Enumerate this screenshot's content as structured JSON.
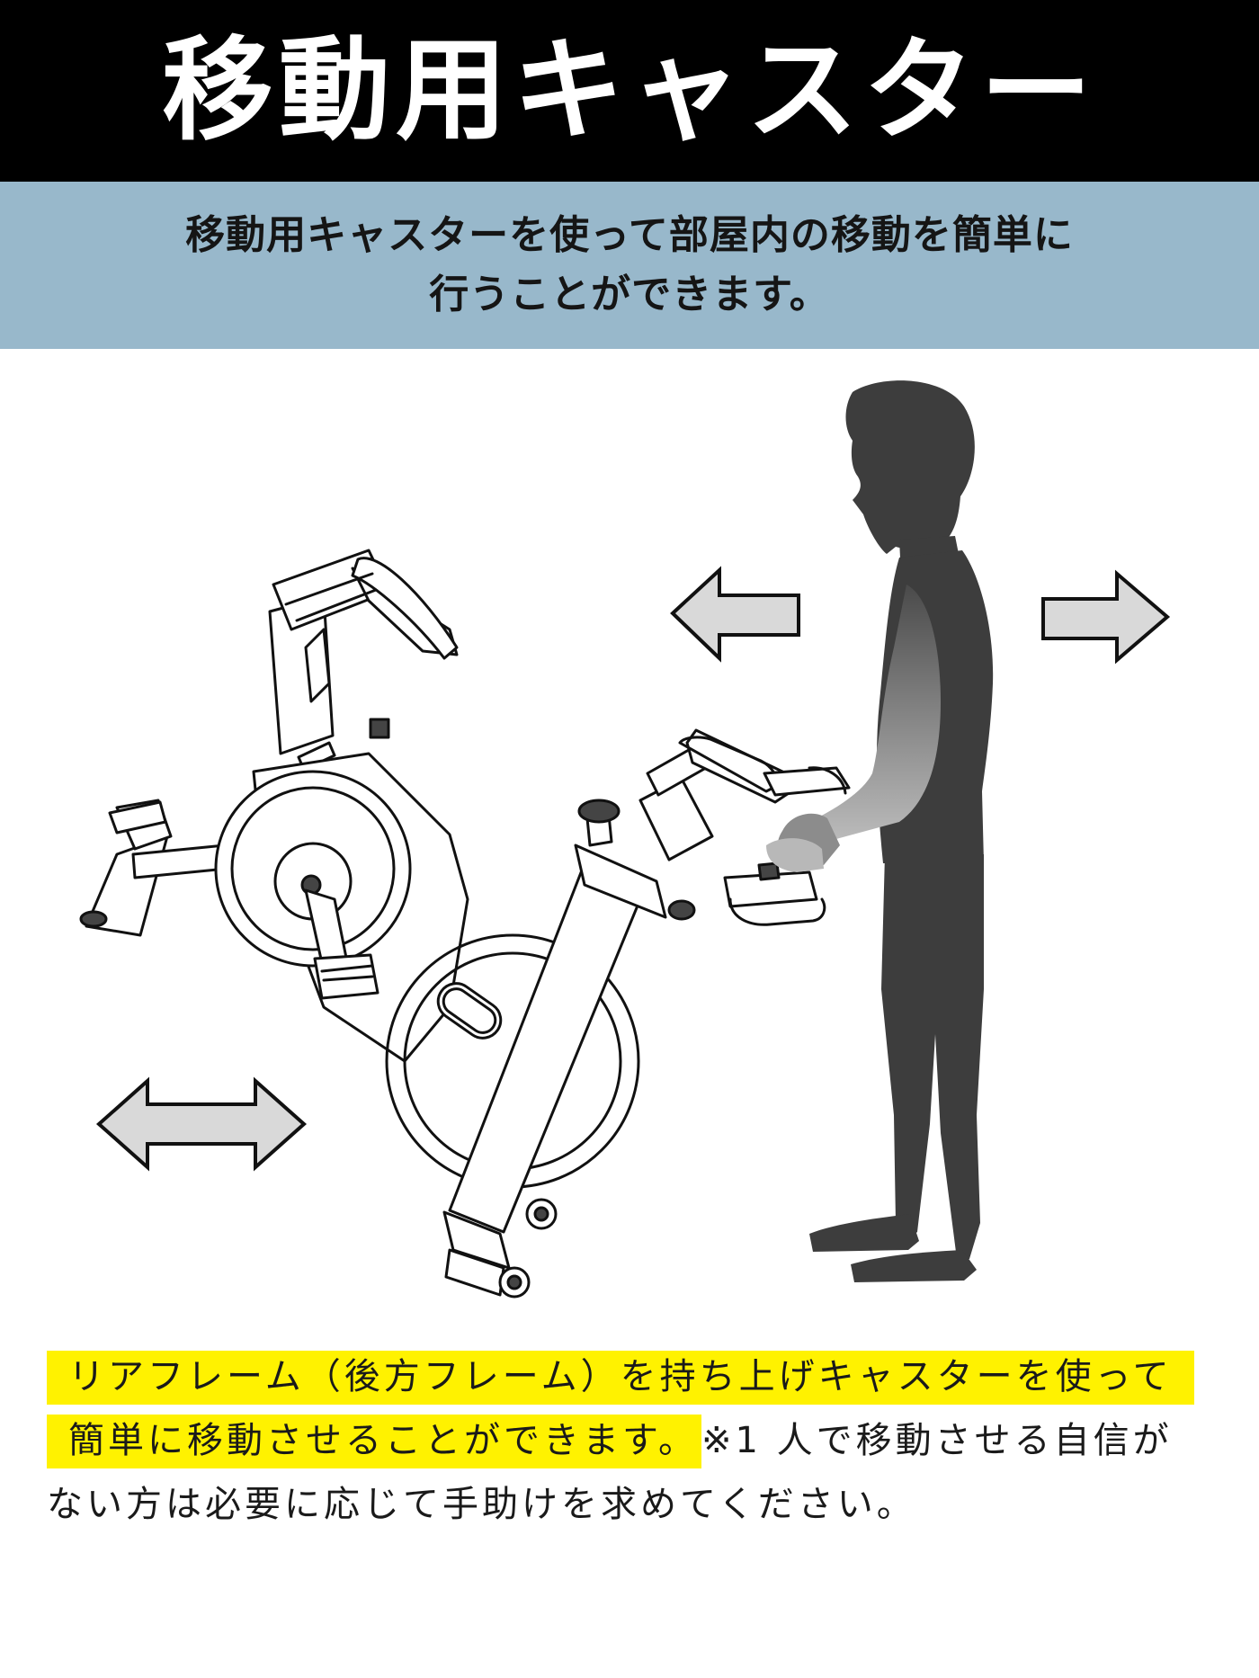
{
  "header": {
    "title": "移動用キャスター",
    "background": "#000000",
    "text_color": "#ffffff"
  },
  "subtitle": {
    "lines": [
      "移動用キャスターを使って部屋内の移動を簡単に",
      "行うことができます。"
    ],
    "background": "#98b8cb"
  },
  "illustration": {
    "subjects": [
      "exercise-bike",
      "person-silhouette"
    ],
    "arrows": [
      "arrow-left",
      "arrow-right",
      "arrow-left-right"
    ],
    "arrow_fill": "#d9d9d9",
    "silhouette_color": "#3d3d3d"
  },
  "caption": {
    "highlight_color": "#fff200",
    "line1_highlight": "リアフレーム（後方フレーム）を持ち上げキャスターを使って",
    "line2_highlight": "簡単に移動させることができます。",
    "line2_rest": "※1 人で移動させる自信が",
    "line3": "ない方は必要に応じて手助けを求めてください。"
  }
}
